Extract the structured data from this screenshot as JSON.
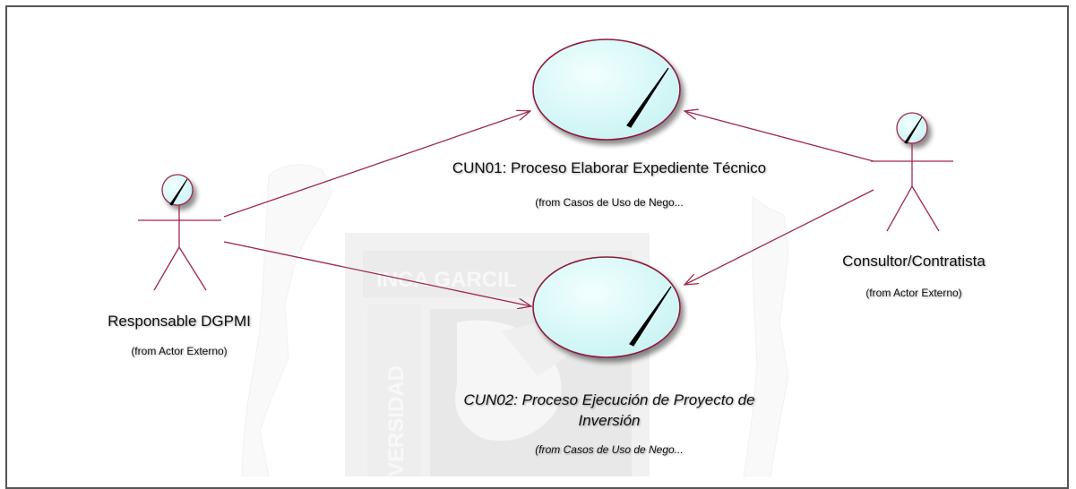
{
  "watermark": {
    "top_text": "INCA GARCIL",
    "side_text": "VERSIDAD"
  },
  "colors": {
    "border": "#555555",
    "line": "#a0284a",
    "actor": "#a0284a",
    "usecase_fill": "#d8fbfb",
    "usecase_stroke": "#8b1a3e"
  },
  "use_cases": [
    {
      "title": "CUN01: Proceso Elaborar Expediente Técnico",
      "from": "(from Casos de Uso  de Nego..."
    },
    {
      "title_line1": "CUN02: Proceso Ejecución de Proyecto de",
      "title_line2": "Inversión",
      "from": "(from Casos de Uso de Nego..."
    }
  ],
  "actors": [
    {
      "name": "Responsable DGPMI",
      "from": "(from Actor Externo)"
    },
    {
      "name": "Consultor/Contratista",
      "from": "(from Actor Externo)"
    }
  ]
}
